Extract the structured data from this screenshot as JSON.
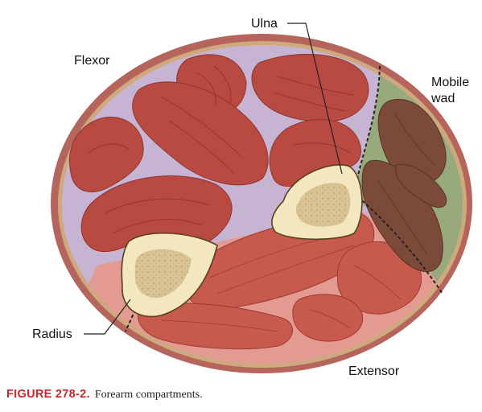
{
  "labels": {
    "flexor": "Flexor",
    "mobile_wad_line1": "Mobile",
    "mobile_wad_line2": "wad",
    "extensor": "Extensor",
    "ulna": "Ulna",
    "radius": "Radius"
  },
  "caption": {
    "figure_number": "FIGURE 278-2.",
    "text": "Forearm compartments."
  },
  "colors": {
    "skin": "#b5655c",
    "subcutaneous": "#cfa97e",
    "flexor_compartment": "#c7b4d3",
    "extensor_compartment": "#e39a91",
    "mobile_wad_compartment": "#98a97c",
    "muscle": "#b84a42",
    "mobile_wad_muscle": "#7b4a38",
    "bone": "#f3e7bf",
    "marrow": "#d9c394"
  }
}
